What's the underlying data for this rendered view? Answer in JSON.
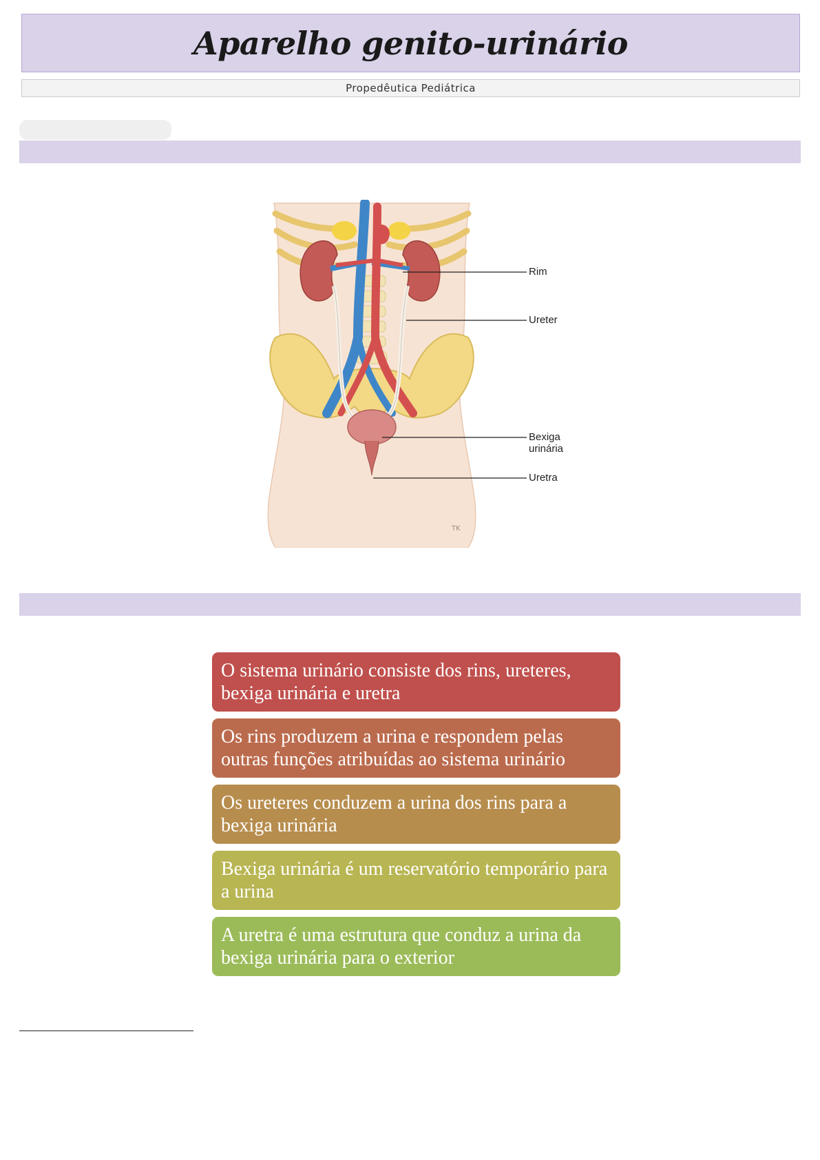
{
  "header": {
    "title": "Aparelho genito-urinário",
    "subtitle": "Propedêutica Pediátrica"
  },
  "figure": {
    "labels": {
      "kidney": "Rim",
      "ureter": "Ureter",
      "bladder": "Bexiga\nurinária",
      "urethra": "Uretra"
    }
  },
  "summary_boxes": [
    {
      "text": "O sistema urinário consiste dos rins, ureteres, bexiga urinária e uretra",
      "color": "#c0504d"
    },
    {
      "text": "Os rins produzem a urina e respondem pelas outras funções atribuídas ao sistema urinário",
      "color": "#bb6b4d"
    },
    {
      "text": "Os ureteres conduzem a urina dos rins para a bexiga urinária",
      "color": "#b78d4e"
    },
    {
      "text": "Bexiga urinária é um reservatório temporário para a urina",
      "color": "#b8b553"
    },
    {
      "text": "A uretra é uma estrutura que conduz a urina da bexiga urinária para o exterior",
      "color": "#9bbb59"
    }
  ],
  "colors": {
    "section_bar": "#d9d2e9",
    "title_box": "#d9d2e9",
    "subtitle_box": "#f3f3f3"
  }
}
